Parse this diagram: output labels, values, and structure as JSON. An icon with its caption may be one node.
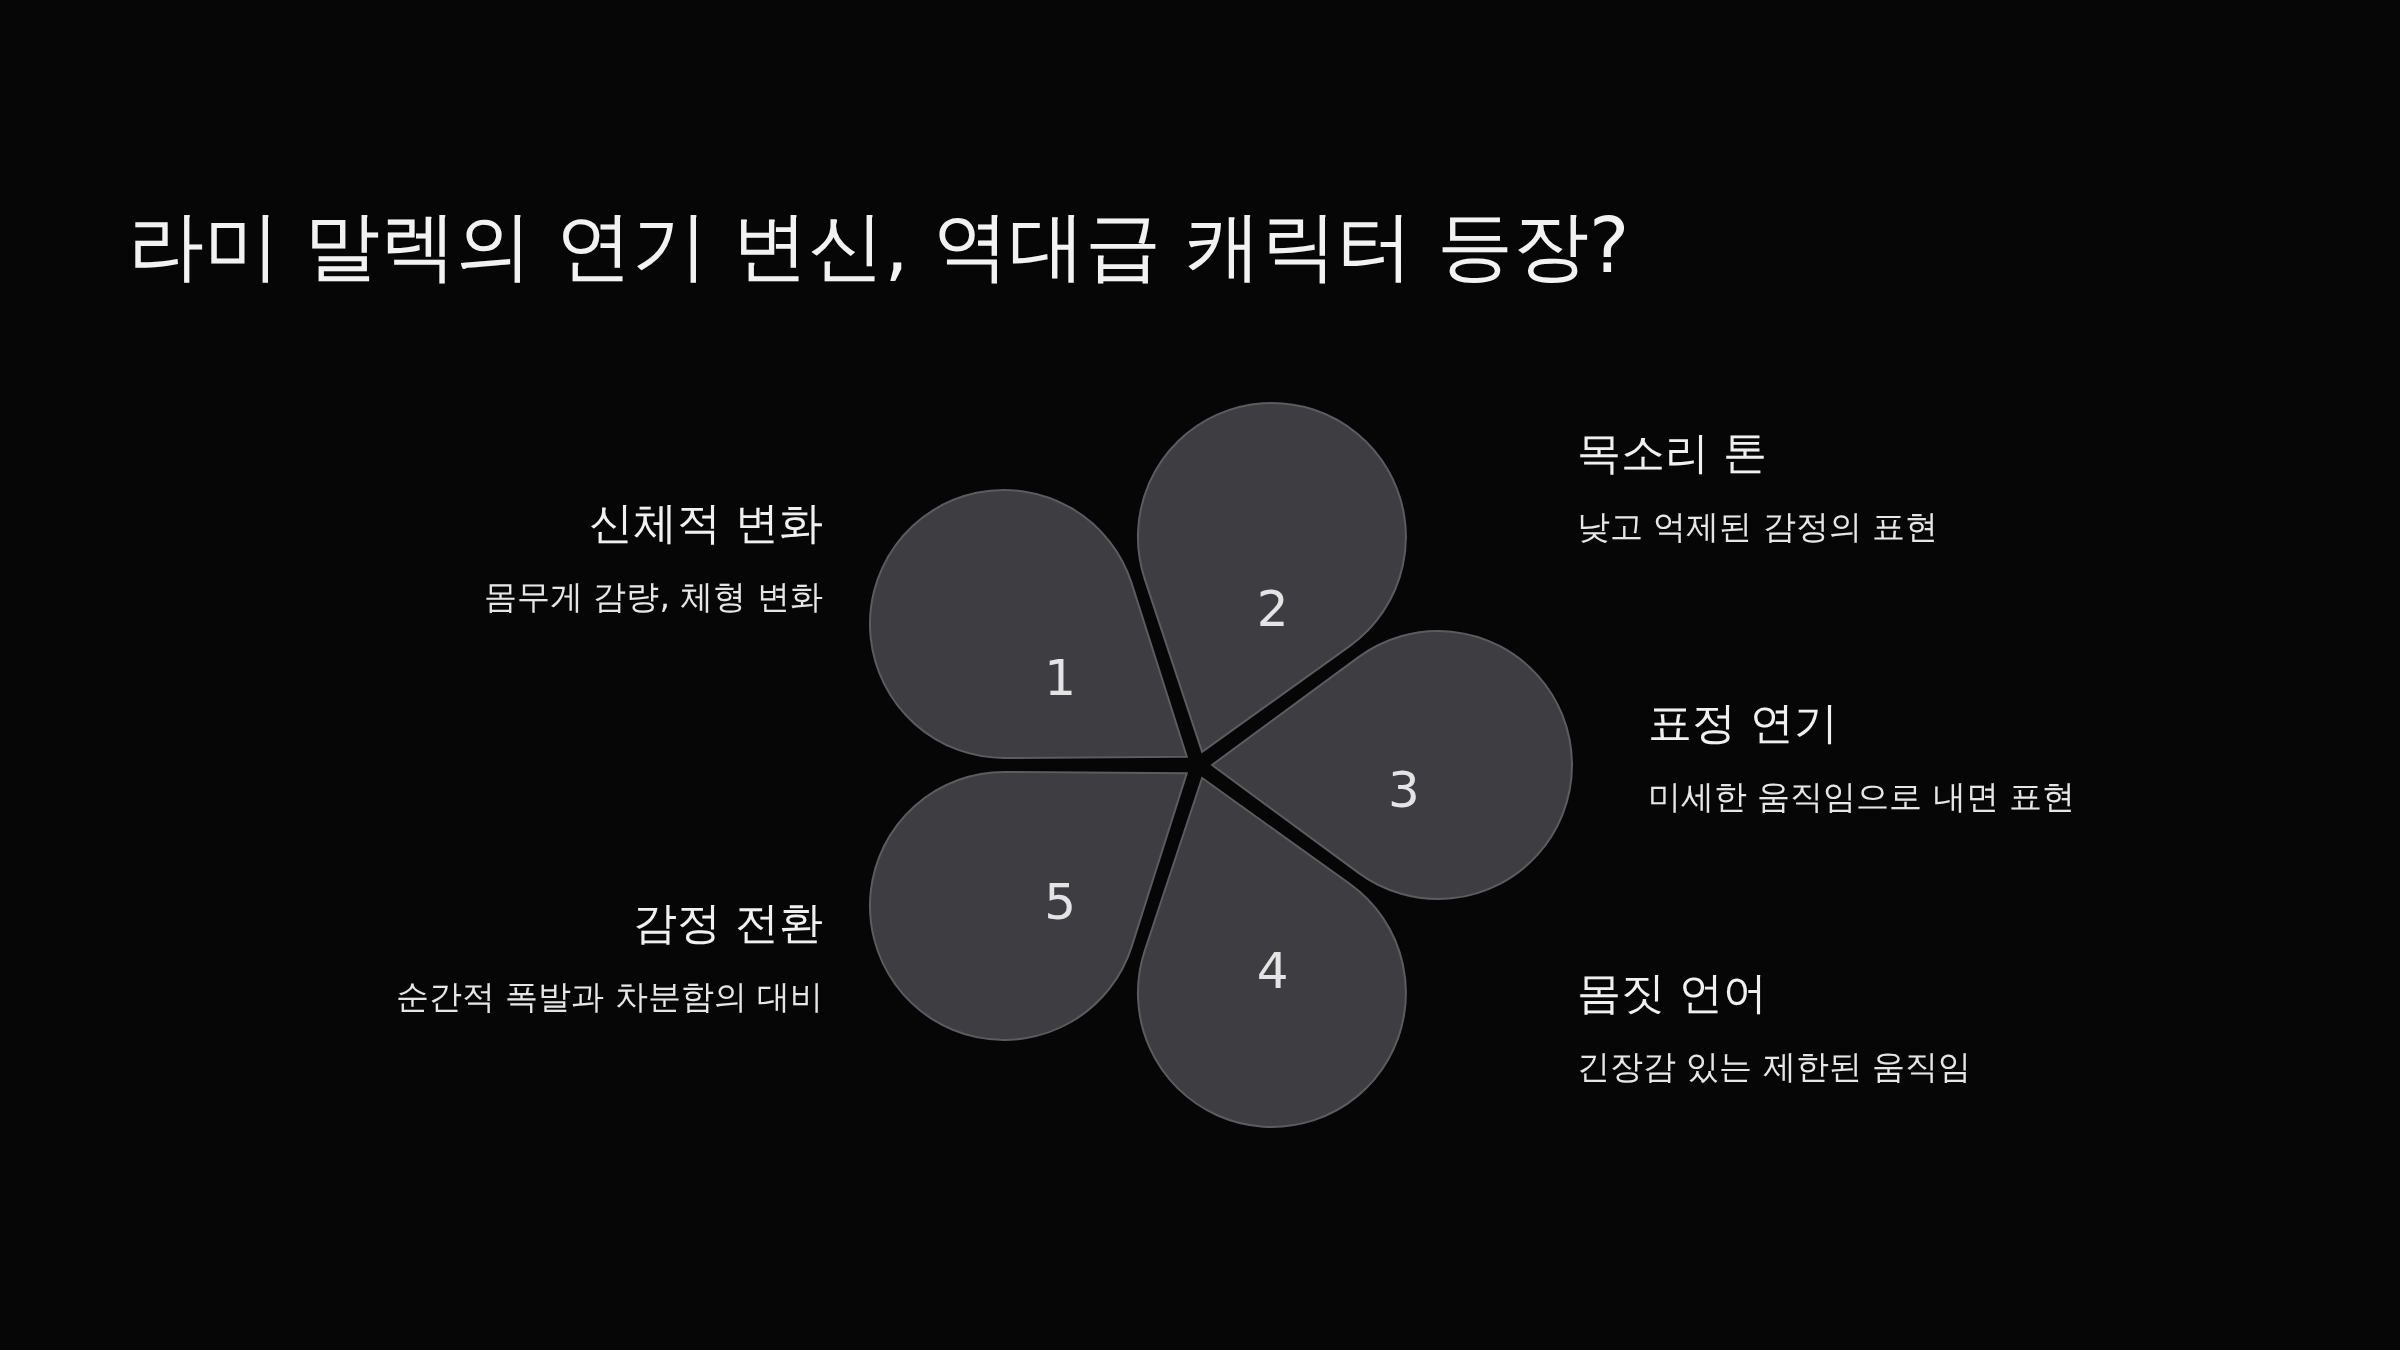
{
  "diagram": {
    "title": "라미 말렉의 연기 변신, 역대급 캐릭터 등장?",
    "nodes": [
      {
        "text": [
          "1"
        ],
        "beside": [
          "신체적 변화",
          "몸무게 감량, 체형 변화"
        ]
      },
      {
        "text": [
          "2"
        ],
        "beside": [
          "목소리 톤",
          "낮고 억제된 감정의 표현"
        ]
      },
      {
        "text": [
          "3"
        ],
        "beside": [
          "표정 연기",
          "미세한 움직임으로 내면 표현"
        ]
      },
      {
        "text": [
          "4"
        ],
        "beside": [
          "몸짓 언어",
          "긴장감 있는 제한된 움직임"
        ]
      },
      {
        "text": [
          "5"
        ],
        "beside": [
          "감정 전환",
          "순간적 폭발과 차분함의 대비"
        ]
      }
    ]
  }
}
